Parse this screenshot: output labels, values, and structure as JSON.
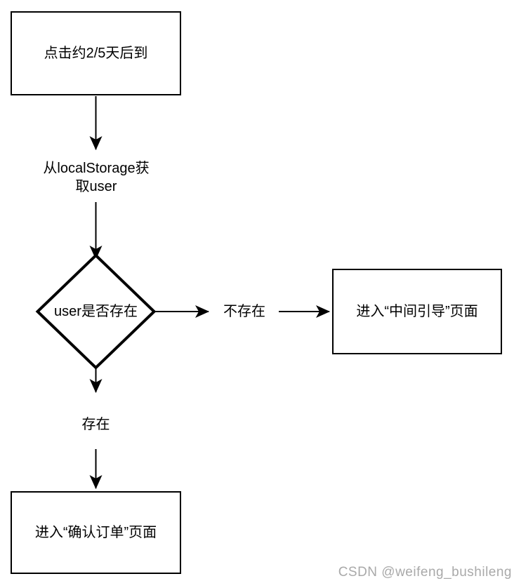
{
  "flowchart": {
    "colors": {
      "stroke": "#000000",
      "node_fill": "#ffffff",
      "watermark": "#a9a9a9"
    },
    "nodes": {
      "start": {
        "type": "rectangle",
        "label": "点击约2/5天后到"
      },
      "get_user": {
        "type": "text",
        "label": "从localStorage获\n取user"
      },
      "decision": {
        "type": "diamond",
        "label": "user是否存在"
      },
      "guide_page": {
        "type": "rectangle",
        "label": "进入“中间引导”页面"
      },
      "confirm_order_page": {
        "type": "rectangle",
        "label": "进入“确认订单”页面"
      }
    },
    "edges": {
      "start_to_get_user": {
        "label": ""
      },
      "get_user_to_decision": {
        "label": ""
      },
      "decision_to_guide": {
        "label": "不存在"
      },
      "decision_to_confirm": {
        "label": "存在"
      }
    }
  },
  "watermark": {
    "text": "CSDN @weifeng_bushileng"
  }
}
